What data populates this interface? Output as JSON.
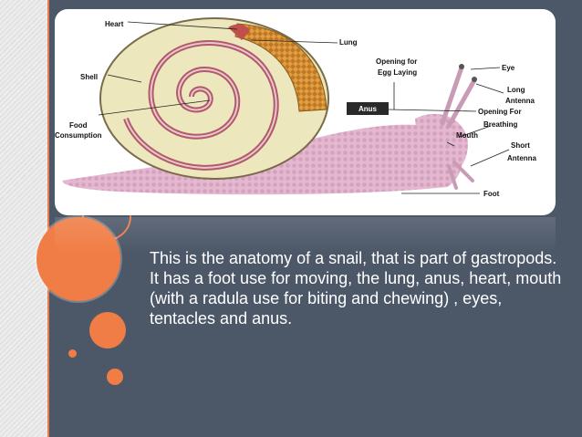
{
  "diagram": {
    "labels": {
      "heart": "Heart",
      "lung": "Lung",
      "shell": "Shell",
      "opening_egg_1": "Opening for",
      "opening_egg_2": "Egg Laying",
      "eye": "Eye",
      "long_antenna_1": "Long",
      "long_antenna_2": "Antenna",
      "anus": "Anus",
      "opening_breath_1": "Opening For",
      "opening_breath_2": "Breathing",
      "food_1": "Food",
      "food_2": "Consumption",
      "mouth": "Mouth",
      "short_antenna_1": "Short",
      "short_antenna_2": "Antenna",
      "foot": "Foot"
    }
  },
  "description": "This is the anatomy of a snail, that is part of gastropods. It has a foot use for moving, the lung, anus, heart, mouth (with a radula use for biting and chewing) , eyes, tentacles and anus.",
  "colors": {
    "background": "#4c5768",
    "accent": "#f07d45"
  }
}
